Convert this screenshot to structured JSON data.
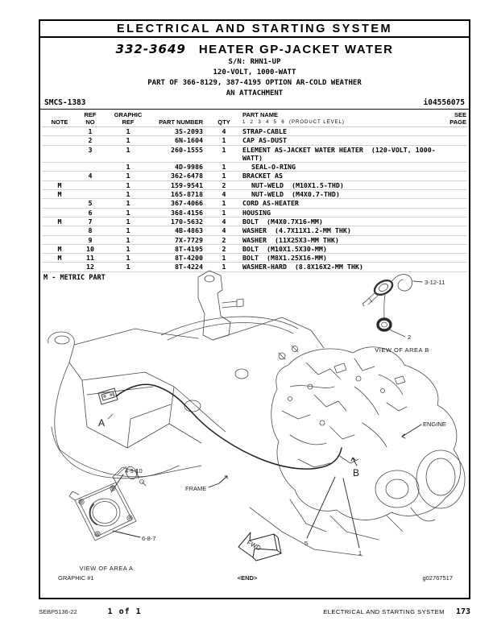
{
  "page": {
    "banner": "ELECTRICAL AND STARTING SYSTEM",
    "part_no": "332-3649",
    "title": "HEATER GP-JACKET WATER",
    "serial_line": "S/N: RHN1-UP",
    "spec_line": "120-VOLT, 1000-WATT",
    "option_line": "PART OF 366-8129, 387-4195 OPTION AR-COLD WEATHER",
    "attachment_line": "AN ATTACHMENT",
    "smcs": "SMCS-1383",
    "doc_id": "i04556075"
  },
  "table": {
    "col_note": "NOTE",
    "col_ref_1": "REF",
    "col_ref_2": "NO",
    "col_graphic_1": "GRAPHIC",
    "col_graphic_2": "REF",
    "col_part_number": "PART NUMBER",
    "col_qty": "QTY",
    "col_part_name": "PART NAME",
    "col_product_level": "1  2  3  4  5  6  (PRODUCT LEVEL)",
    "col_see_1": "SEE",
    "col_see_2": "PAGE",
    "rows": [
      {
        "note": "",
        "ref": "1",
        "graphic": "1",
        "part": "3S-2093",
        "qty": "4",
        "name": "STRAP-CABLE",
        "page": ""
      },
      {
        "note": "",
        "ref": "2",
        "graphic": "1",
        "part": "6N-1604",
        "qty": "1",
        "name": "CAP AS-DUST",
        "page": ""
      },
      {
        "note": "",
        "ref": "3",
        "graphic": "1",
        "part": "260-1555",
        "qty": "1",
        "name": "ELEMENT AS-JACKET WATER HEATER  (120-VOLT, 1000-WATT)",
        "page": ""
      },
      {
        "note": "",
        "ref": "",
        "graphic": "1",
        "part": "4D-9986",
        "qty": "1",
        "name": "SEAL-O-RING",
        "page": ""
      },
      {
        "note": "",
        "ref": "4",
        "graphic": "1",
        "part": "362-6478",
        "qty": "1",
        "name": "BRACKET AS",
        "page": ""
      },
      {
        "note": "M",
        "ref": "",
        "graphic": "1",
        "part": "159-9541",
        "qty": "2",
        "name": "NUT-WELD  (M10X1.5-THD)",
        "page": ""
      },
      {
        "note": "M",
        "ref": "",
        "graphic": "1",
        "part": "165-8718",
        "qty": "4",
        "name": "NUT-WELD  (M4X0.7-THD)",
        "page": ""
      },
      {
        "note": "",
        "ref": "5",
        "graphic": "1",
        "part": "367-4066",
        "qty": "1",
        "name": "CORD AS-HEATER",
        "page": ""
      },
      {
        "note": "",
        "ref": "6",
        "graphic": "1",
        "part": "368-4156",
        "qty": "1",
        "name": "HOUSING",
        "page": ""
      },
      {
        "note": "M",
        "ref": "7",
        "graphic": "1",
        "part": "170-5632",
        "qty": "4",
        "name": "BOLT  (M4X0.7X16-MM)",
        "page": ""
      },
      {
        "note": "",
        "ref": "8",
        "graphic": "1",
        "part": "4B-4863",
        "qty": "4",
        "name": "WASHER  (4.7X11X1.2-MM THK)",
        "page": ""
      },
      {
        "note": "",
        "ref": "9",
        "graphic": "1",
        "part": "7X-7729",
        "qty": "2",
        "name": "WASHER  (11X25X3-MM THK)",
        "page": ""
      },
      {
        "note": "M",
        "ref": "10",
        "graphic": "1",
        "part": "8T-4195",
        "qty": "2",
        "name": "BOLT  (M10X1.5X30-MM)",
        "page": ""
      },
      {
        "note": "M",
        "ref": "11",
        "graphic": "1",
        "part": "8T-4200",
        "qty": "1",
        "name": "BOLT  (M8X1.25X16-MM)",
        "page": ""
      },
      {
        "note": "",
        "ref": "12",
        "graphic": "1",
        "part": "8T-4224",
        "qty": "1",
        "name": "WASHER-HARD  (8.8X16X2-MM THK)",
        "page": ""
      }
    ],
    "footnote": "M - METRIC PART"
  },
  "diagram": {
    "label_3_12_11": "3-12-11",
    "label_2": "2",
    "view_b_caption": "VIEW OF AREA B",
    "label_engine": "ENGINE",
    "label_frame": "FRAME",
    "label_a": "A",
    "label_b": "B",
    "label_fwd": "FWD",
    "label_4_9_10": "4-9-10",
    "label_6_8_7": "6-8-7",
    "view_a_caption": "VIEW OF AREA A",
    "label_5": "5",
    "label_1": "1",
    "graphic_label": "GRAPHIC #1",
    "end_marker": "<END>",
    "graphic_id": "g02767517"
  },
  "footer": {
    "doc_code": "SEBP5136-22",
    "page_info": "1 of 1",
    "section": "ELECTRICAL AND STARTING SYSTEM",
    "page_number": "173"
  }
}
